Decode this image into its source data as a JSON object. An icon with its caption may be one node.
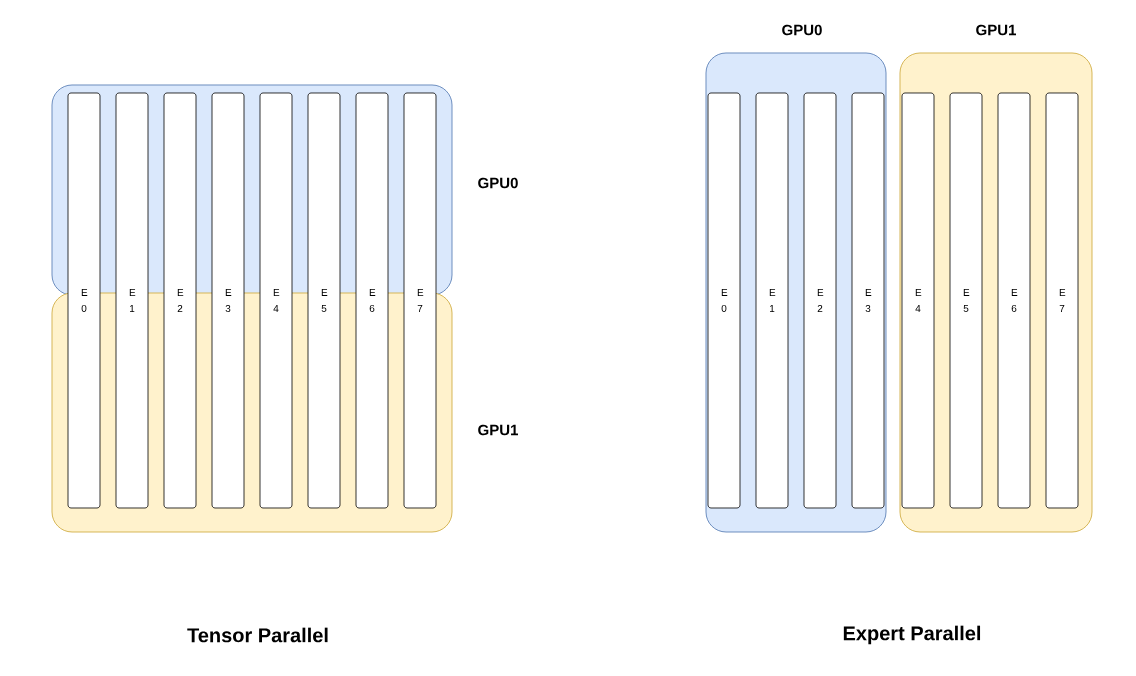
{
  "diagram": {
    "nodes": [
      {
        "text": [
          "GPU0"
        ]
      },
      {
        "text": [
          "GPU1"
        ]
      },
      {
        "text": [
          "E 0"
        ]
      },
      {
        "text": [
          "E 1"
        ]
      },
      {
        "text": [
          "E 2"
        ]
      },
      {
        "text": [
          "E 3"
        ]
      },
      {
        "text": [
          "E 4"
        ]
      },
      {
        "text": [
          "E 5"
        ]
      },
      {
        "text": [
          "E 6"
        ]
      },
      {
        "text": [
          "E 7"
        ]
      },
      {
        "text": [
          "GPU0"
        ]
      },
      {
        "text": [
          "E 0"
        ],
        "in": 10
      },
      {
        "text": [
          "E 1"
        ],
        "in": 10
      },
      {
        "text": [
          "E 2"
        ],
        "in": 10
      },
      {
        "text": [
          "E 3"
        ],
        "in": 10
      },
      {
        "text": [
          "GPU1"
        ]
      },
      {
        "text": [
          "E 4"
        ],
        "in": 15
      },
      {
        "text": [
          "E 5"
        ],
        "in": 15
      },
      {
        "text": [
          "E 6"
        ],
        "in": 15
      },
      {
        "text": [
          "E 7"
        ],
        "in": 15
      }
    ],
    "labels": [
      "Tensor Parallel",
      "Expert Parallel"
    ]
  }
}
